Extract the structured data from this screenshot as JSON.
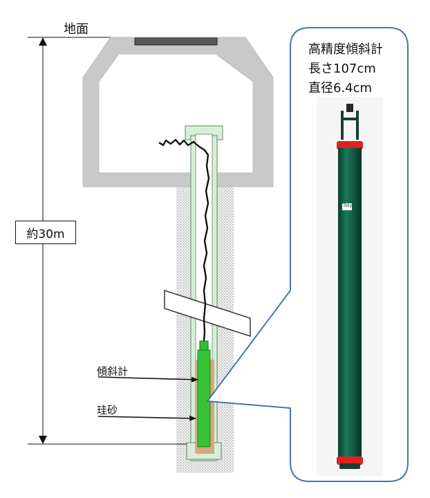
{
  "labels": {
    "ground": "地面",
    "depth": "約30m",
    "inclinometer": "傾斜計",
    "sand": "珪砂"
  },
  "callout": {
    "title": "高精度傾斜計",
    "length": "長さ107cm",
    "diameter": "直径6.4cm"
  },
  "photo_product_label": "Tokyo",
  "colors": {
    "concrete": "#c8c8c8",
    "casing": "#d8eed8",
    "casing_stroke": "#8aa88a",
    "sensor_green": "#2fbf2f",
    "sand": "#d9a98a",
    "device_body": "#135a45",
    "device_red": "#e02020",
    "callout_border": "#4a72b0"
  }
}
